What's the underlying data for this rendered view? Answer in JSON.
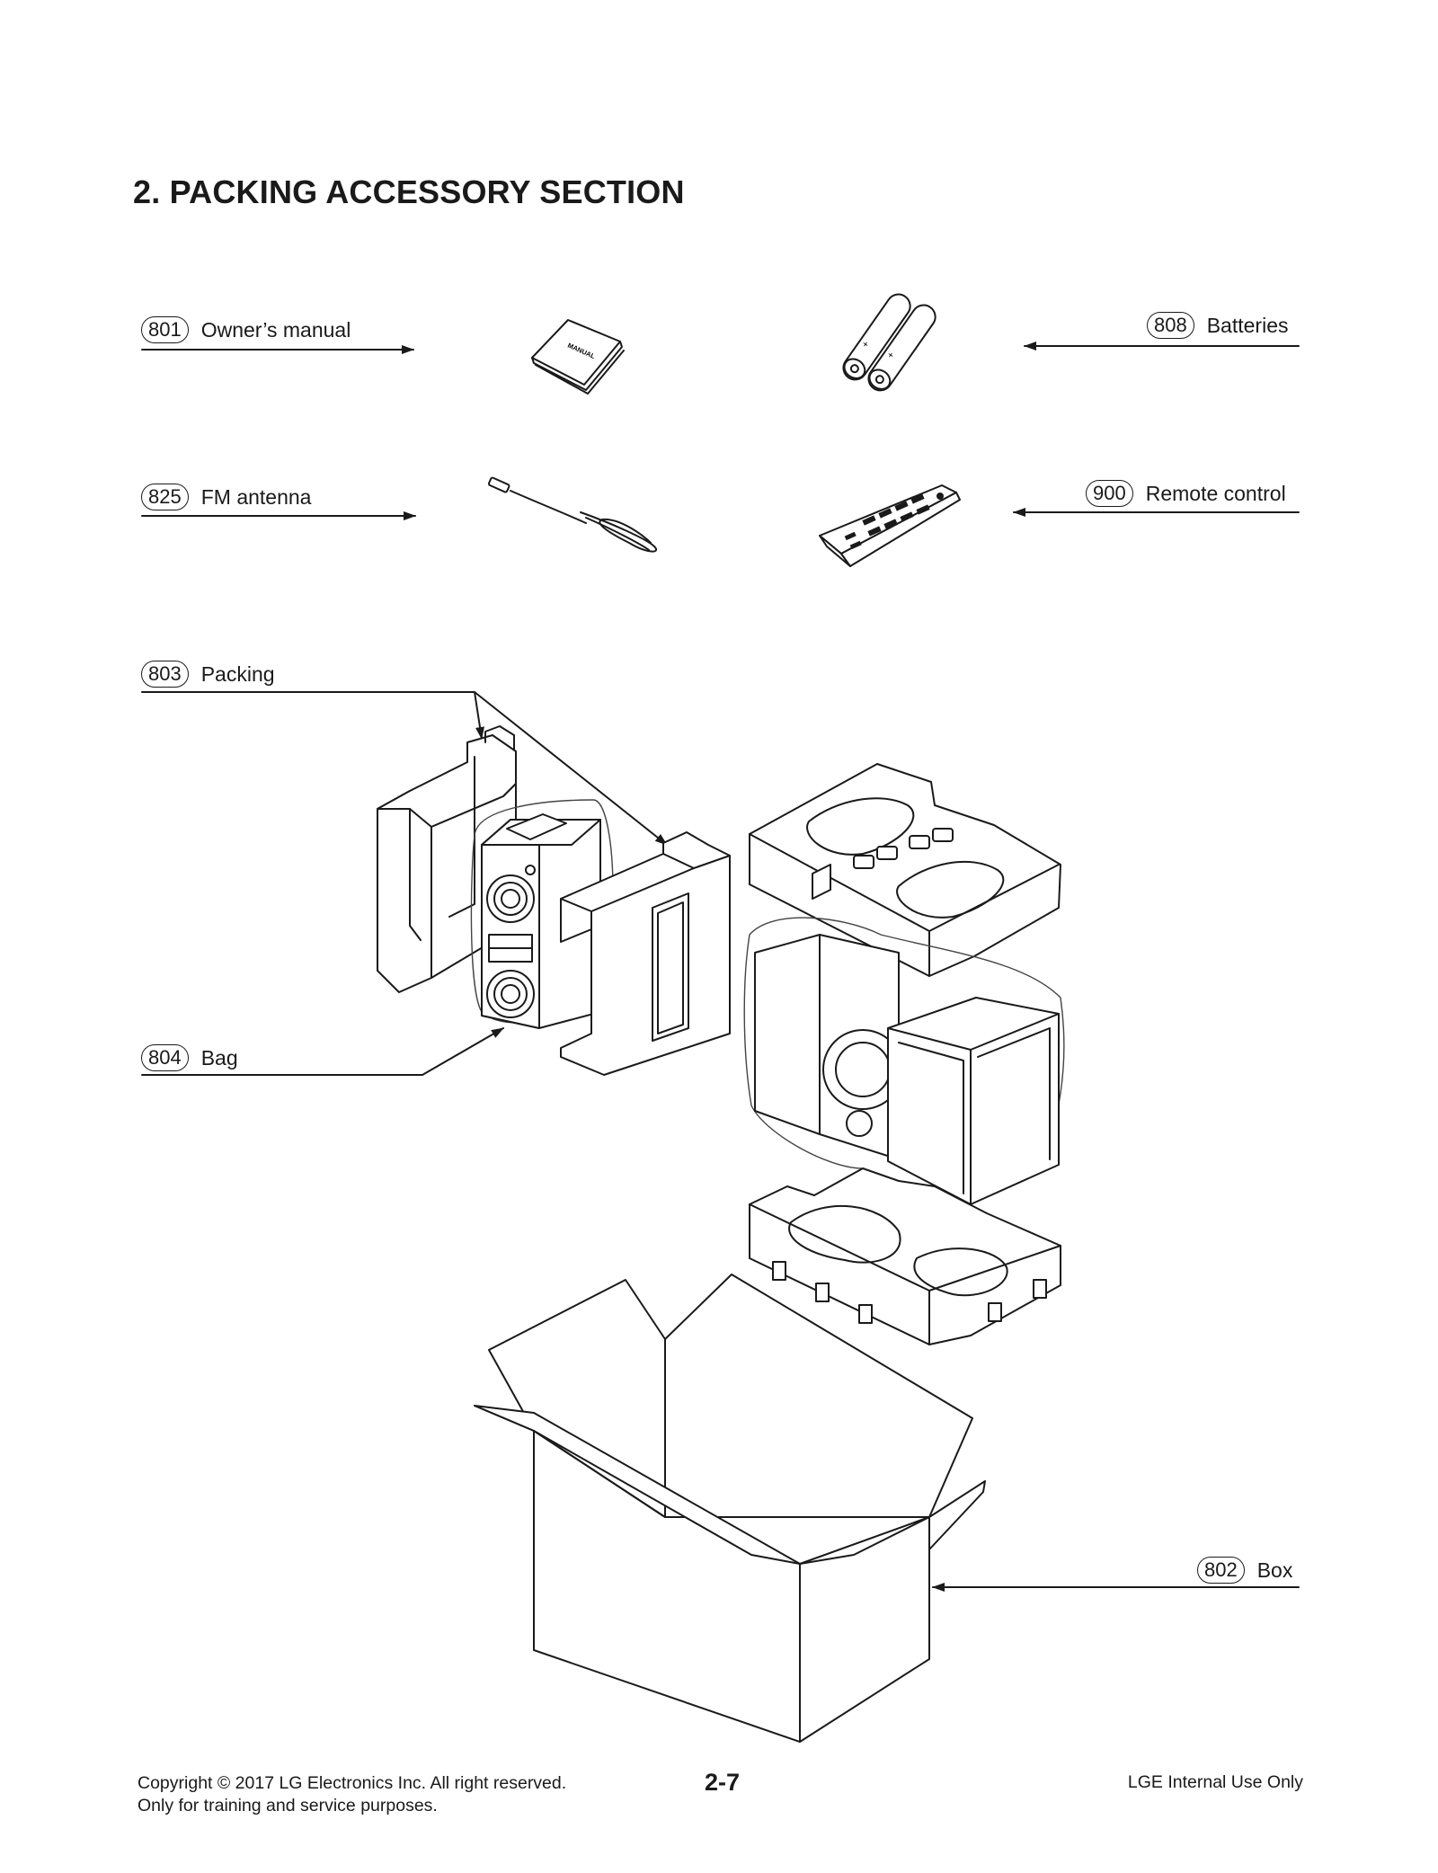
{
  "page": {
    "title": "2. PACKING ACCESSORY SECTION"
  },
  "callouts": {
    "c801": {
      "num": "801",
      "label": "Owner’s manual"
    },
    "c808": {
      "num": "808",
      "label": "Batteries"
    },
    "c825": {
      "num": "825",
      "label": "FM antenna"
    },
    "c900": {
      "num": "900",
      "label": "Remote control"
    },
    "c803": {
      "num": "803",
      "label": "Packing"
    },
    "c804": {
      "num": "804",
      "label": "Bag"
    },
    "c802": {
      "num": "802",
      "label": "Box"
    }
  },
  "illustrations": {
    "manual_cover_text": "MANUAL"
  },
  "footer": {
    "copyright_line1": "Copyright © 2017 LG Electronics Inc. All right reserved.",
    "copyright_line2": "Only for training and service purposes.",
    "page_number": "2-7",
    "internal_note": "LGE Internal Use Only"
  }
}
